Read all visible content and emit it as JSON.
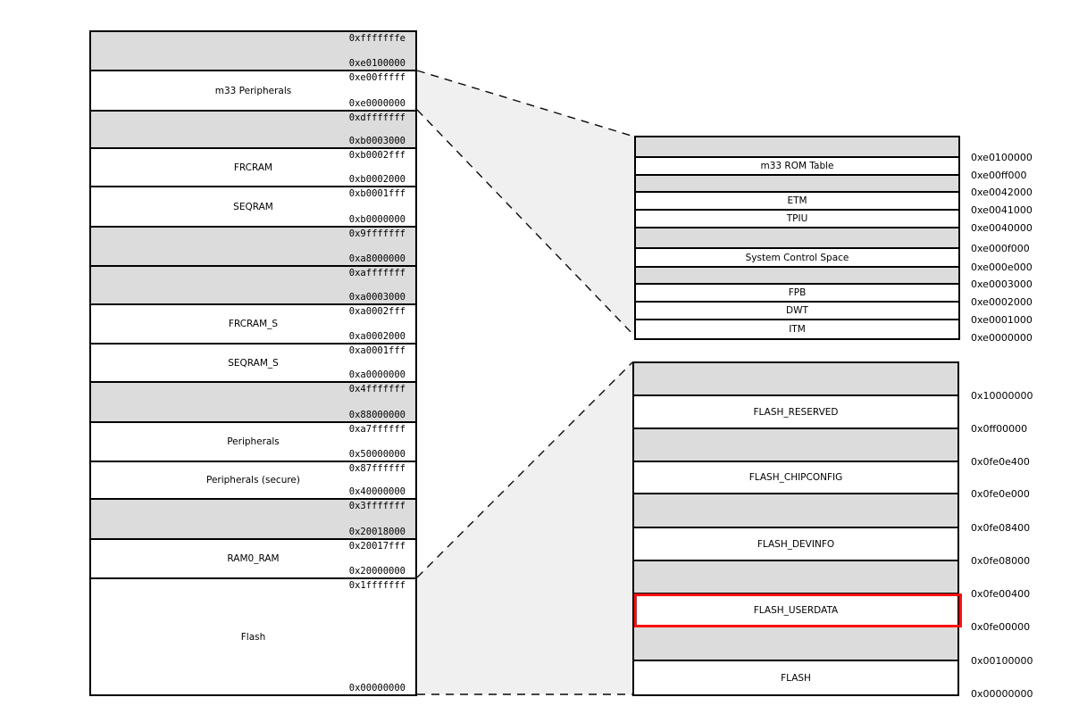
{
  "colors": {
    "band_grey": "#dcdcdc",
    "cone_fill": "#f0f0f0",
    "border": "#000000",
    "highlight_red": "#ff1010"
  },
  "main_map": {
    "regions": [
      {
        "name": "",
        "top_addr": "0xfffffffe",
        "bottom_addr": "0xe0100000",
        "shaded": true,
        "h": 44
      },
      {
        "name": "m33 Peripherals",
        "top_addr": "0xe00fffff",
        "bottom_addr": "0xe0000000",
        "shaded": false,
        "h": 45
      },
      {
        "name": "",
        "top_addr": "0xdfffffff",
        "bottom_addr": "0xb0003000",
        "shaded": true,
        "h": 42
      },
      {
        "name": "FRCRAM",
        "top_addr": "0xb0002fff",
        "bottom_addr": "0xb0002000",
        "shaded": false,
        "h": 43
      },
      {
        "name": "SEQRAM",
        "top_addr": "0xb0001fff",
        "bottom_addr": "0xb0000000",
        "shaded": false,
        "h": 45
      },
      {
        "name": "",
        "top_addr": "0x9fffffff",
        "bottom_addr": "0xa8000000",
        "shaded": true,
        "h": 44
      },
      {
        "name": "",
        "top_addr": "0xafffffff",
        "bottom_addr": "0xa0003000",
        "shaded": true,
        "h": 43
      },
      {
        "name": "FRCRAM_S",
        "top_addr": "0xa0002fff",
        "bottom_addr": "0xa0002000",
        "shaded": false,
        "h": 44
      },
      {
        "name": "SEQRAM_S",
        "top_addr": "0xa0001fff",
        "bottom_addr": "0xa0000000",
        "shaded": false,
        "h": 43
      },
      {
        "name": "",
        "top_addr": "0x4fffffff",
        "bottom_addr": "0x88000000",
        "shaded": true,
        "h": 45
      },
      {
        "name": "Peripherals",
        "top_addr": "0xa7ffffff",
        "bottom_addr": "0x50000000",
        "shaded": false,
        "h": 44
      },
      {
        "name": "Peripherals (secure)",
        "top_addr": "0x87ffffff",
        "bottom_addr": "0x40000000",
        "shaded": false,
        "h": 42
      },
      {
        "name": "",
        "top_addr": "0x3fffffff",
        "bottom_addr": "0x20018000",
        "shaded": true,
        "h": 45
      },
      {
        "name": "RAM0_RAM",
        "top_addr": "0x20017fff",
        "bottom_addr": "0x20000000",
        "shaded": false,
        "h": 44
      },
      {
        "name": "Flash",
        "top_addr": "0x1fffffff",
        "bottom_addr": "0x00000000",
        "shaded": false,
        "h": 129
      }
    ]
  },
  "m33_detail": {
    "rows": [
      {
        "name": "",
        "addr": "0xe0100000",
        "shaded": true,
        "h": 23
      },
      {
        "name": "m33 ROM Table",
        "addr": "0xe00ff000",
        "shaded": false,
        "h": 20
      },
      {
        "name": "",
        "addr": "0xe0042000",
        "shaded": true,
        "h": 19
      },
      {
        "name": "ETM",
        "addr": "0xe0041000",
        "shaded": false,
        "h": 20
      },
      {
        "name": "TPIU",
        "addr": "0xe0040000",
        "shaded": false,
        "h": 20
      },
      {
        "name": "",
        "addr": "0xe000f000",
        "shaded": true,
        "h": 23
      },
      {
        "name": "System Control Space",
        "addr": "0xe000e000",
        "shaded": false,
        "h": 21
      },
      {
        "name": "",
        "addr": "0xe0003000",
        "shaded": true,
        "h": 19
      },
      {
        "name": "FPB",
        "addr": "0xe0002000",
        "shaded": false,
        "h": 20
      },
      {
        "name": "DWT",
        "addr": "0xe0001000",
        "shaded": false,
        "h": 20
      },
      {
        "name": "ITM",
        "addr": "0xe0000000",
        "shaded": false,
        "h": 20
      }
    ]
  },
  "flash_detail": {
    "rows": [
      {
        "name": "",
        "addr": "0x10000000",
        "shaded": true,
        "h": 37
      },
      {
        "name": "FLASH_RESERVED",
        "addr": "0x0ff00000",
        "shaded": false,
        "h": 37
      },
      {
        "name": "",
        "addr": "0x0fe0e400",
        "shaded": true,
        "h": 37
      },
      {
        "name": "FLASH_CHIPCONFIG",
        "addr": "0x0fe0e000",
        "shaded": false,
        "h": 36
      },
      {
        "name": "",
        "addr": "0x0fe08400",
        "shaded": true,
        "h": 38
      },
      {
        "name": "FLASH_DEVINFO",
        "addr": "0x0fe08000",
        "shaded": false,
        "h": 37
      },
      {
        "name": "",
        "addr": "0x0fe00400",
        "shaded": true,
        "h": 37
      },
      {
        "name": "FLASH_USERDATA",
        "addr": "0x0fe00000",
        "shaded": false,
        "h": 37,
        "highlighted": true
      },
      {
        "name": "",
        "addr": "0x00100000",
        "shaded": true,
        "h": 38
      },
      {
        "name": "FLASH",
        "addr": "0x00000000",
        "shaded": false,
        "h": 37
      }
    ]
  }
}
